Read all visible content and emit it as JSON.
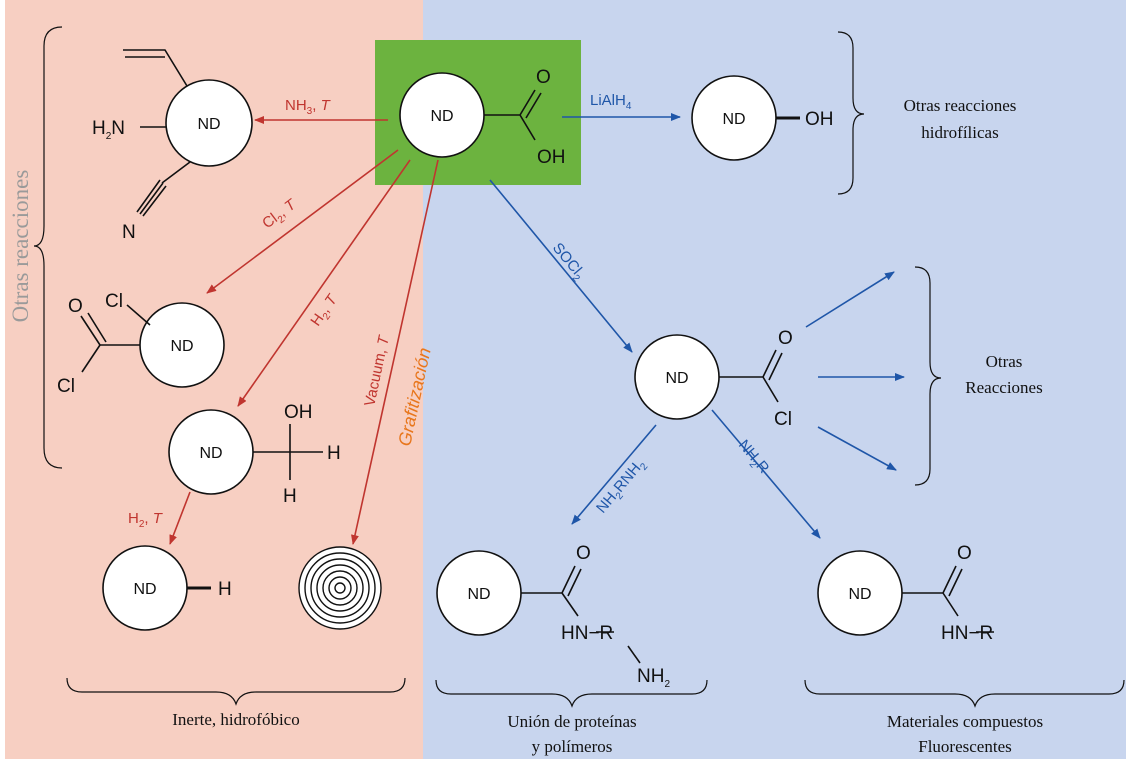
{
  "nd": "ND",
  "atoms": {
    "oh": "OH",
    "o": "O",
    "h": "H",
    "cl": "Cl",
    "n": "N",
    "h2n": "H",
    "h2n_sub": "2",
    "h2n_n": "N",
    "hn_r": "HN−R",
    "nh": "NH",
    "nh2_sub": "2"
  },
  "reactions": {
    "nh3": {
      "a": "NH",
      "s": "3",
      "b": ", ",
      "t": "T"
    },
    "cl2": {
      "a": "Cl",
      "s": "2",
      "b": ", ",
      "t": "T"
    },
    "h2_a": {
      "a": "H",
      "s": "2",
      "b": ", ",
      "t": "T"
    },
    "h2_b": {
      "a": "H",
      "s": "2",
      "b": ", ",
      "t": "T"
    },
    "vacuum": {
      "a": "Vacuum, ",
      "t": "T"
    },
    "graf": "Grafitización",
    "lialh4": {
      "a": "LiAlH",
      "s": "4"
    },
    "socl2": {
      "a": "SOCl",
      "s": "2"
    },
    "nh2rnh2": {
      "a": "NH",
      "s1": "2",
      "b": "RNH",
      "s2": "2"
    },
    "nh2r": {
      "a": "NH",
      "s": "2",
      "b": "R"
    }
  },
  "captions": {
    "otras_reacciones_vertical": "Otras reacciones",
    "otras_hidrofilicas_1": "Otras reacciones",
    "otras_hidrofilicas_2": "hidrofílicas",
    "otras_1": "Otras",
    "otras_2": "Reacciones",
    "inerte": "Inerte, hidrofóbico",
    "union_1": "Unión de proteínas",
    "union_2": "y polímeros",
    "materiales_1": "Materiales compuestos",
    "materiales_2": "Fluorescentes"
  },
  "colors": {
    "left_panel": "#f7cfc2",
    "right_panel": "#c8d5ee",
    "highlight_box": "#6cb33f",
    "red_arrow": "#c0352f",
    "blue_arrow": "#1f56a8",
    "orange_text": "#e8761c"
  }
}
